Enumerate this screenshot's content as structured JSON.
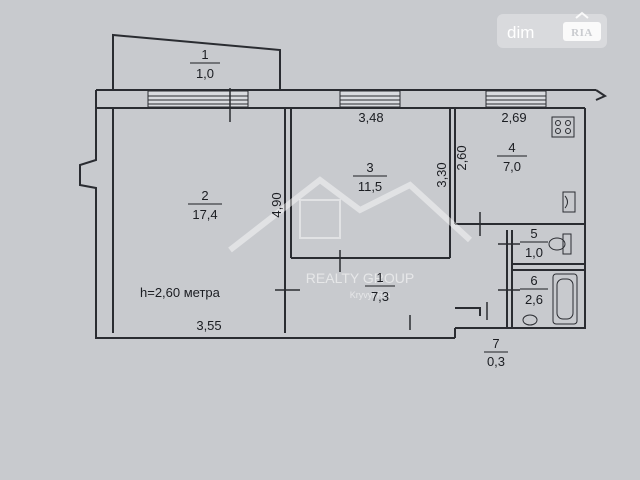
{
  "watermark": {
    "dim_label": "dim",
    "ria_label": "RIA",
    "agency_name": "REALTY GROUP",
    "agency_city": "Kryvyi Rih"
  },
  "ceiling_note": "h=2,60 метра",
  "rooms": [
    {
      "number": "1",
      "area": "1,0"
    },
    {
      "number": "2",
      "area": "17,4"
    },
    {
      "number": "3",
      "area": "11,5"
    },
    {
      "number": "4",
      "area": "7,0"
    },
    {
      "number": "1",
      "area": "7,3"
    },
    {
      "number": "5",
      "area": "1,0"
    },
    {
      "number": "6",
      "area": "2,6"
    },
    {
      "number": "7",
      "area": "0,3"
    }
  ],
  "dimensions": [
    "3,48",
    "2,69",
    "4,90",
    "3,30",
    "2,60",
    "3,55"
  ],
  "icons": {
    "stove": "stove-icon",
    "sink": "sink-icon",
    "toilet": "toilet-icon",
    "bathtub": "bathtub-icon"
  }
}
